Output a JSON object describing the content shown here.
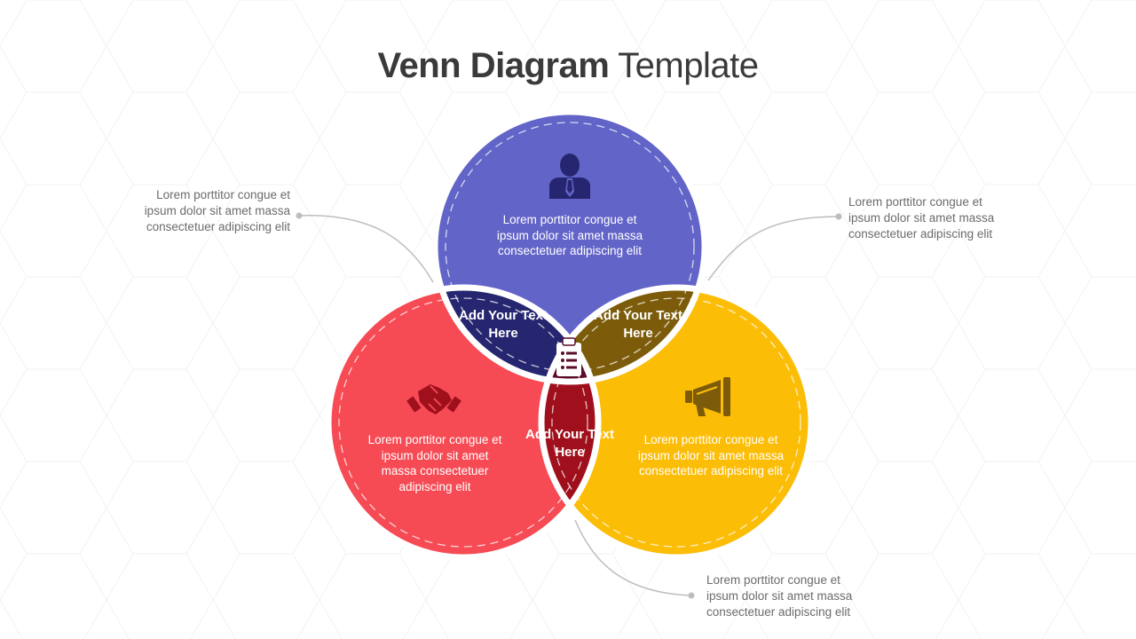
{
  "title": {
    "bold": "Venn Diagram",
    "light": "Template"
  },
  "colors": {
    "top": "#6264c8",
    "left": "#f64b55",
    "right": "#fcbd07",
    "top_left": "#262670",
    "top_right": "#7c5c0a",
    "left_right": "#a0101c",
    "center": "#5c0c28",
    "connector": "#bdbdbd"
  },
  "notes": {
    "top_left": "Lorem porttitor congue et ipsum dolor sit amet massa consectetuer adipiscing elit",
    "top_right": "Lorem porttitor congue et ipsum dolor sit amet massa consectetuer adipiscing elit",
    "bottom_right": "Lorem porttitor congue et ipsum dolor sit amet massa consectetuer adipiscing elit"
  },
  "circles": {
    "top": {
      "text": "Lorem porttitor congue et ipsum dolor sit amet massa consectetuer adipiscing elit",
      "icon": "person-tie-icon"
    },
    "left": {
      "text": "Lorem porttitor congue et ipsum dolor sit amet massa consectetuer adipiscing elit",
      "icon": "handshake-icon"
    },
    "right": {
      "text": "Lorem porttitor congue et ipsum dolor sit amet massa consectetuer adipiscing elit",
      "icon": "megaphone-icon"
    }
  },
  "zones": {
    "top_left": "Add Your Text Here",
    "top_right": "Add Your Text Here",
    "left_right": "Add Your Text Here",
    "center_icon": "clipboard-list-icon"
  }
}
